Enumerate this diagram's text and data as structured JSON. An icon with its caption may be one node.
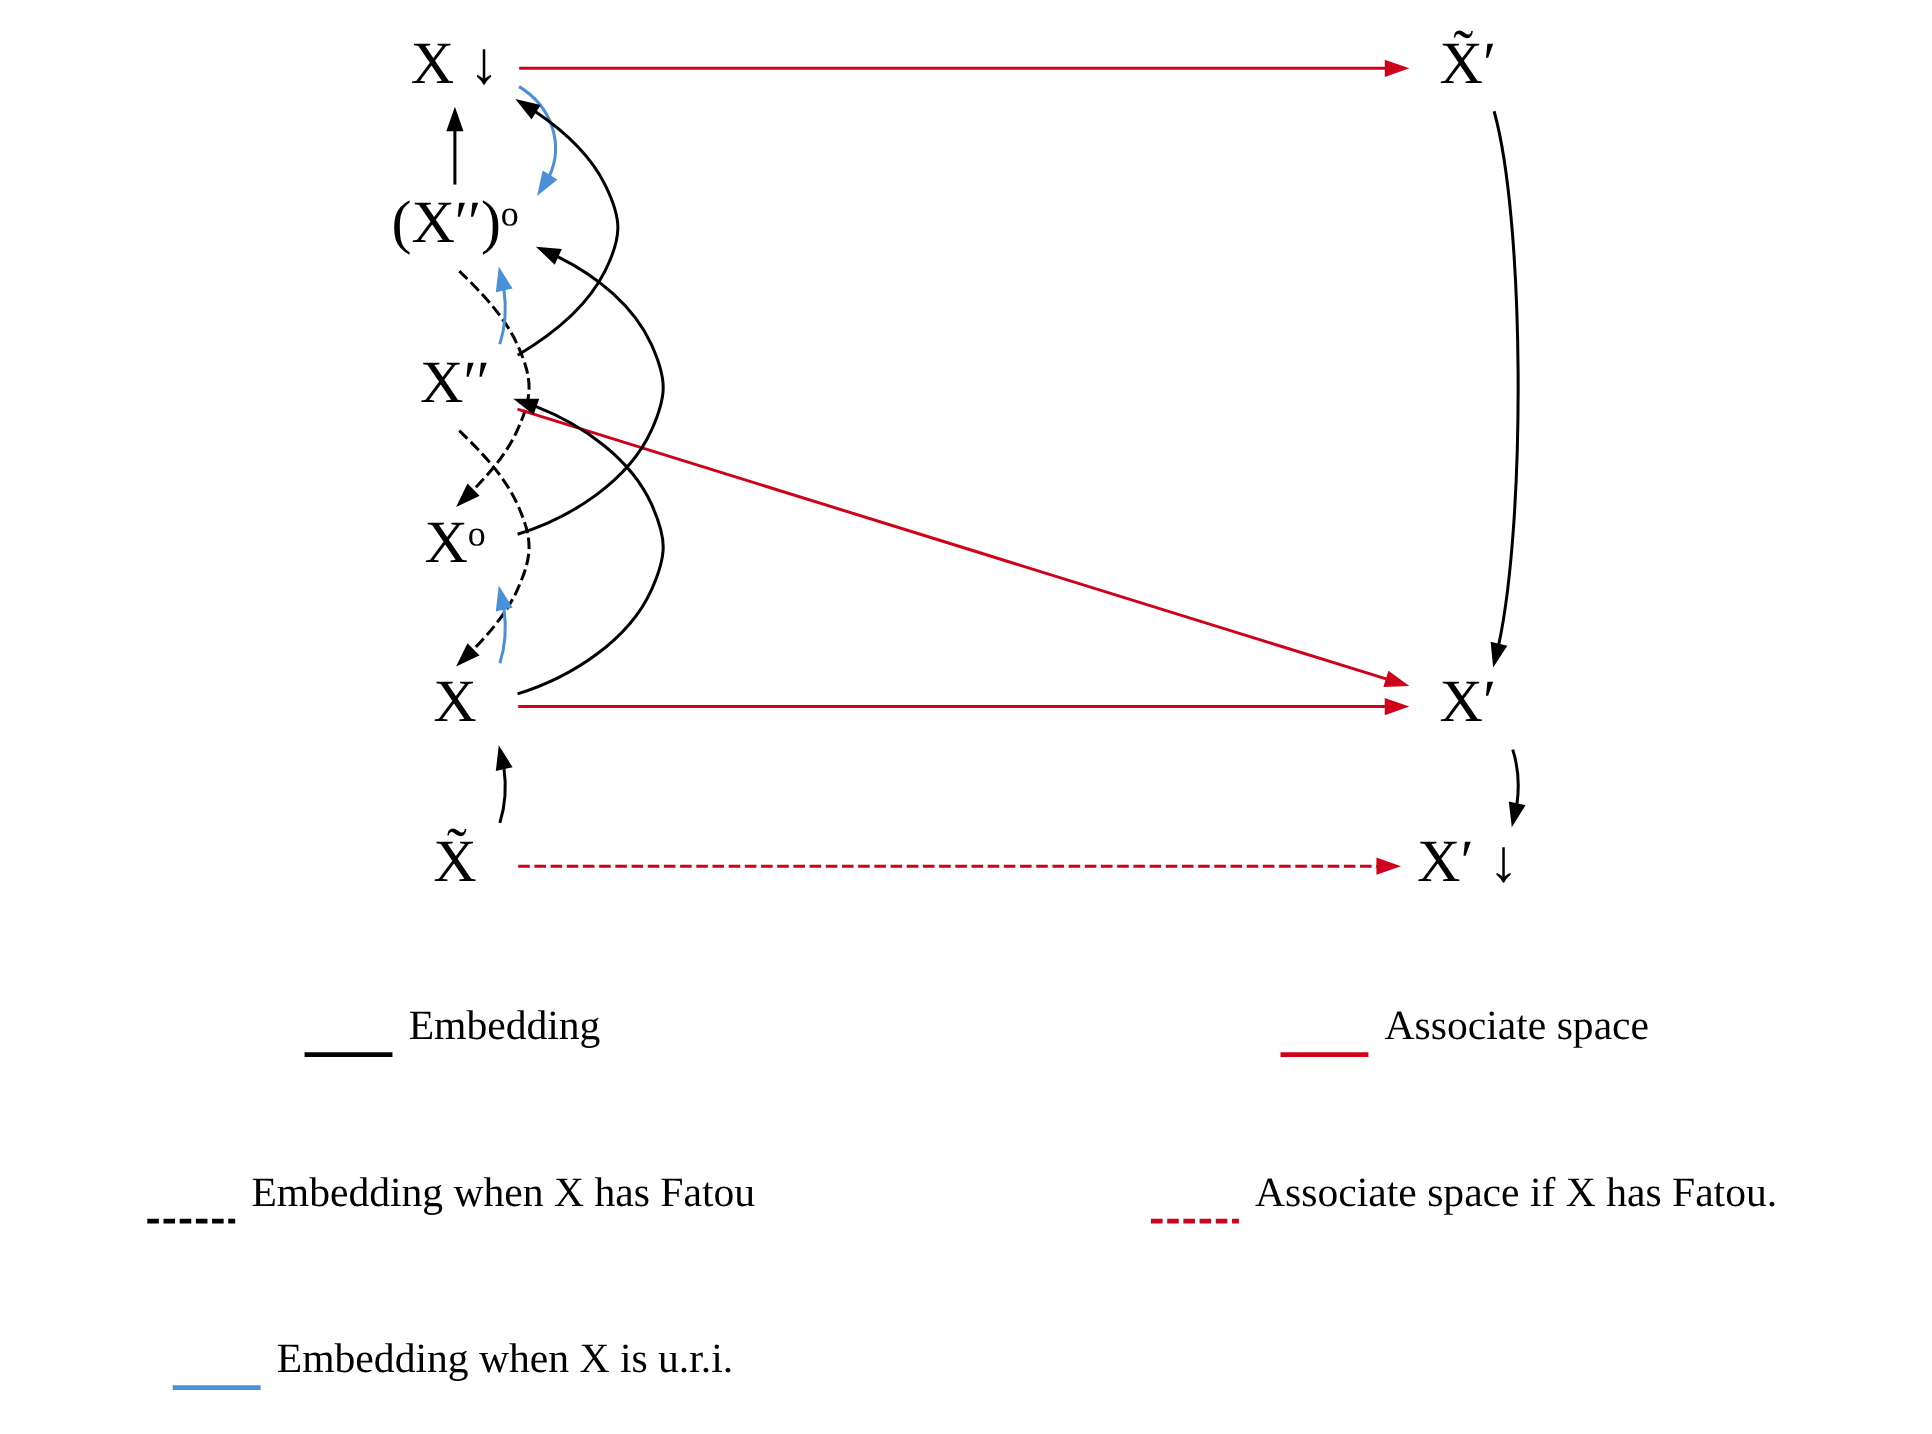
{
  "diagram": {
    "nodes": [
      {
        "text": [
          "X ↓"
        ]
      },
      {
        "text": [
          "(X′′)ᵒ"
        ]
      },
      {
        "text": [
          "X′′"
        ]
      },
      {
        "text": [
          "Xᵒ"
        ]
      },
      {
        "text": [
          "X"
        ]
      },
      {
        "text": [
          "X̃"
        ]
      },
      {
        "text": [
          "X̃′"
        ]
      },
      {
        "text": [
          "X′"
        ]
      },
      {
        "text": [
          "X′ ↓"
        ]
      }
    ],
    "edges": [
      {
        "from": 2,
        "to": 0,
        "arrow": "to"
      },
      {
        "from": 1,
        "to": 0,
        "arrow": "to"
      },
      {
        "from": 0,
        "to": 1,
        "arrow": "to",
        "color": "#4a90d9"
      },
      {
        "from": 3,
        "to": 1,
        "arrow": "to"
      },
      {
        "from": 1,
        "to": 3,
        "arrow": "to",
        "style": "dashed"
      },
      {
        "from": 2,
        "to": 1,
        "arrow": "to",
        "color": "#4a90d9"
      },
      {
        "from": 4,
        "to": 2,
        "arrow": "to"
      },
      {
        "from": 2,
        "to": 4,
        "arrow": "to",
        "style": "dashed"
      },
      {
        "from": 4,
        "to": 3,
        "arrow": "to",
        "color": "#4a90d9"
      },
      {
        "from": 5,
        "to": 4,
        "arrow": "to"
      },
      {
        "from": 0,
        "to": 6,
        "arrow": "to",
        "color": "#d0021b"
      },
      {
        "from": 2,
        "to": 7,
        "arrow": "to",
        "color": "#d0021b"
      },
      {
        "from": 4,
        "to": 7,
        "arrow": "to",
        "color": "#d0021b"
      },
      {
        "from": 5,
        "to": 8,
        "arrow": "to",
        "style": "dashed",
        "color": "#d0021b"
      },
      {
        "from": 6,
        "to": 7,
        "arrow": "to"
      },
      {
        "from": 7,
        "to": 8,
        "arrow": "to"
      }
    ],
    "legend": [
      {
        "text": "Embedding"
      },
      {
        "text": "Embedding when X has Fatou"
      },
      {
        "text": "Embedding when X is u.r.i."
      },
      {
        "text": "Associate space"
      },
      {
        "text": "Associate space if X has Fatou."
      }
    ]
  }
}
